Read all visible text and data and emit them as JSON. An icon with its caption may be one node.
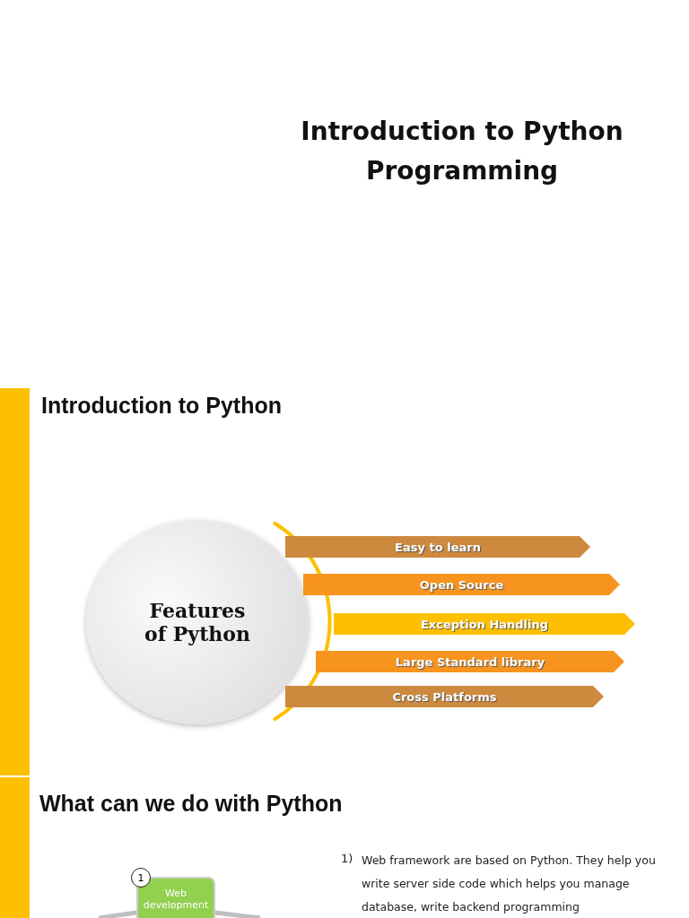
{
  "diagram": {
    "title": "Introduction to Python Programming",
    "nodes": [
      {
        "text": [
          "Features of Python"
        ]
      },
      {
        "text": [
          "Easy to learn"
        ]
      },
      {
        "text": [
          "Open Source"
        ]
      },
      {
        "text": [
          "Exception Handling"
        ]
      },
      {
        "text": [
          "Large Standard library"
        ]
      },
      {
        "text": [
          "Cross Platforms"
        ]
      },
      {
        "text": [
          "Web development"
        ]
      },
      {
        "text": [
          "1"
        ]
      },
      {
        "text": [],
        "shape": "bar"
      },
      {
        "text": [],
        "shape": "bar"
      }
    ],
    "edges": [
      {
        "from": 6,
        "to": null,
        "arrow": "none"
      },
      {
        "from": 6,
        "to": null,
        "arrow": "none"
      }
    ],
    "labels": [
      "Introduction to Python",
      "What can we do with Python",
      "1)",
      "Web framework are based on Python. They help you write server side code which helps you manage database, write backend programming"
    ]
  }
}
